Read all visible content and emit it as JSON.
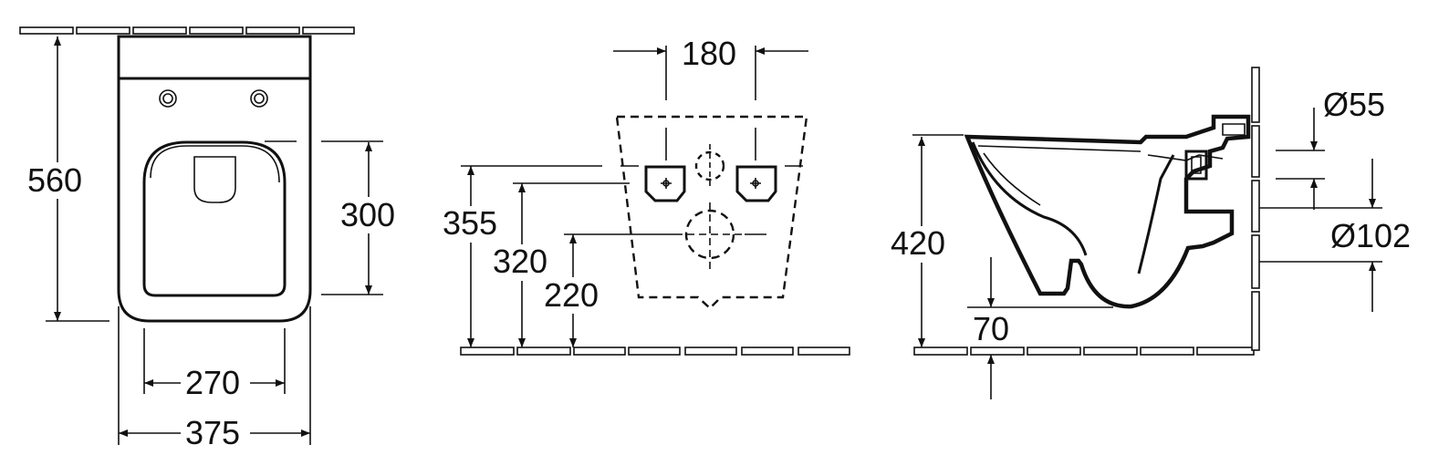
{
  "dimensions": {
    "top_view": {
      "overall_length": "560",
      "seat_opening_length": "300",
      "inner_width": "270",
      "overall_width": "375"
    },
    "wall_view": {
      "bolt_spacing": "180",
      "inlet_height": "355",
      "upper_fixing_height": "320",
      "lower_fixing_height": "220"
    },
    "side_view": {
      "rim_height": "420",
      "base_offset": "70",
      "inlet_diameter": "Ø55",
      "outlet_diameter": "Ø102"
    }
  }
}
